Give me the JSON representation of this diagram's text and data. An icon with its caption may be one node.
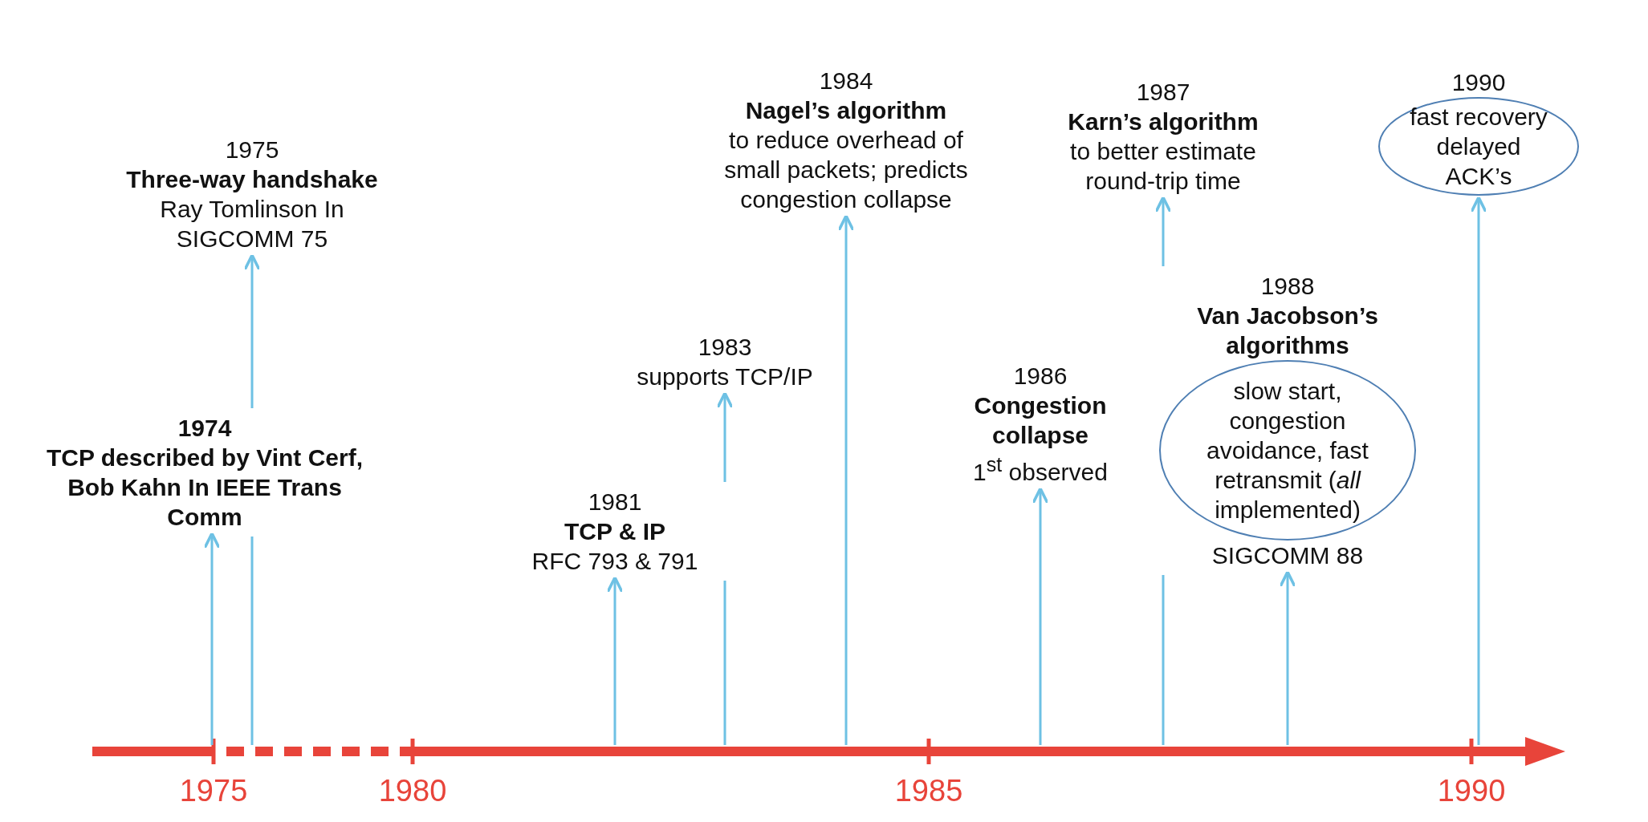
{
  "diagram": {
    "nodes": [
      {
        "text": [
          "1975",
          "Three-way handshake",
          "Ray Tomlinson In SIGCOMM 75"
        ]
      },
      {
        "text": [
          "1974",
          "TCP described by Vint Cerf, Bob Kahn In IEEE Trans Comm"
        ]
      },
      {
        "text": [
          "1984",
          "Nagel’s algorithm",
          "to reduce overhead of small packets; predicts congestion collapse"
        ]
      },
      {
        "text": [
          "1987",
          "Karn’s algorithm",
          "to better estimate round-trip time"
        ]
      },
      {
        "text": [
          "1990",
          "fast recovery delayed ACK’s"
        ]
      },
      {
        "text": [
          "1983",
          "supports TCP/IP"
        ]
      },
      {
        "text": [
          "1988",
          "Van Jacobson’s algorithms",
          "slow start, congestion avoidance, fast retransmit (*all* implemented)",
          "SIGCOMM 88"
        ]
      },
      {
        "text": [
          "1986",
          "Congestion collapse",
          "1$^{st}$ observed"
        ]
      },
      {
        "text": [
          "1981",
          "TCP & IP",
          "RFC 793 & 791"
        ]
      }
    ],
    "edges": [
      {
        "from": null,
        "to": 1,
        "arrow": "to"
      },
      {
        "from": null,
        "to": 0,
        "arrow": "to"
      },
      {
        "from": null,
        "to": 8,
        "arrow": "to"
      },
      {
        "from": null,
        "to": 5,
        "arrow": "to"
      },
      {
        "from": null,
        "to": 2,
        "arrow": "to"
      },
      {
        "from": null,
        "to": 7,
        "arrow": "to"
      },
      {
        "from": null,
        "to": 3,
        "arrow": "to"
      },
      {
        "from": null,
        "to": 6,
        "arrow": "to"
      },
      {
        "from": null,
        "to": 4,
        "arrow": "to"
      }
    ],
    "labels": [
      "1975",
      "1980",
      "1985",
      "1990"
    ]
  }
}
